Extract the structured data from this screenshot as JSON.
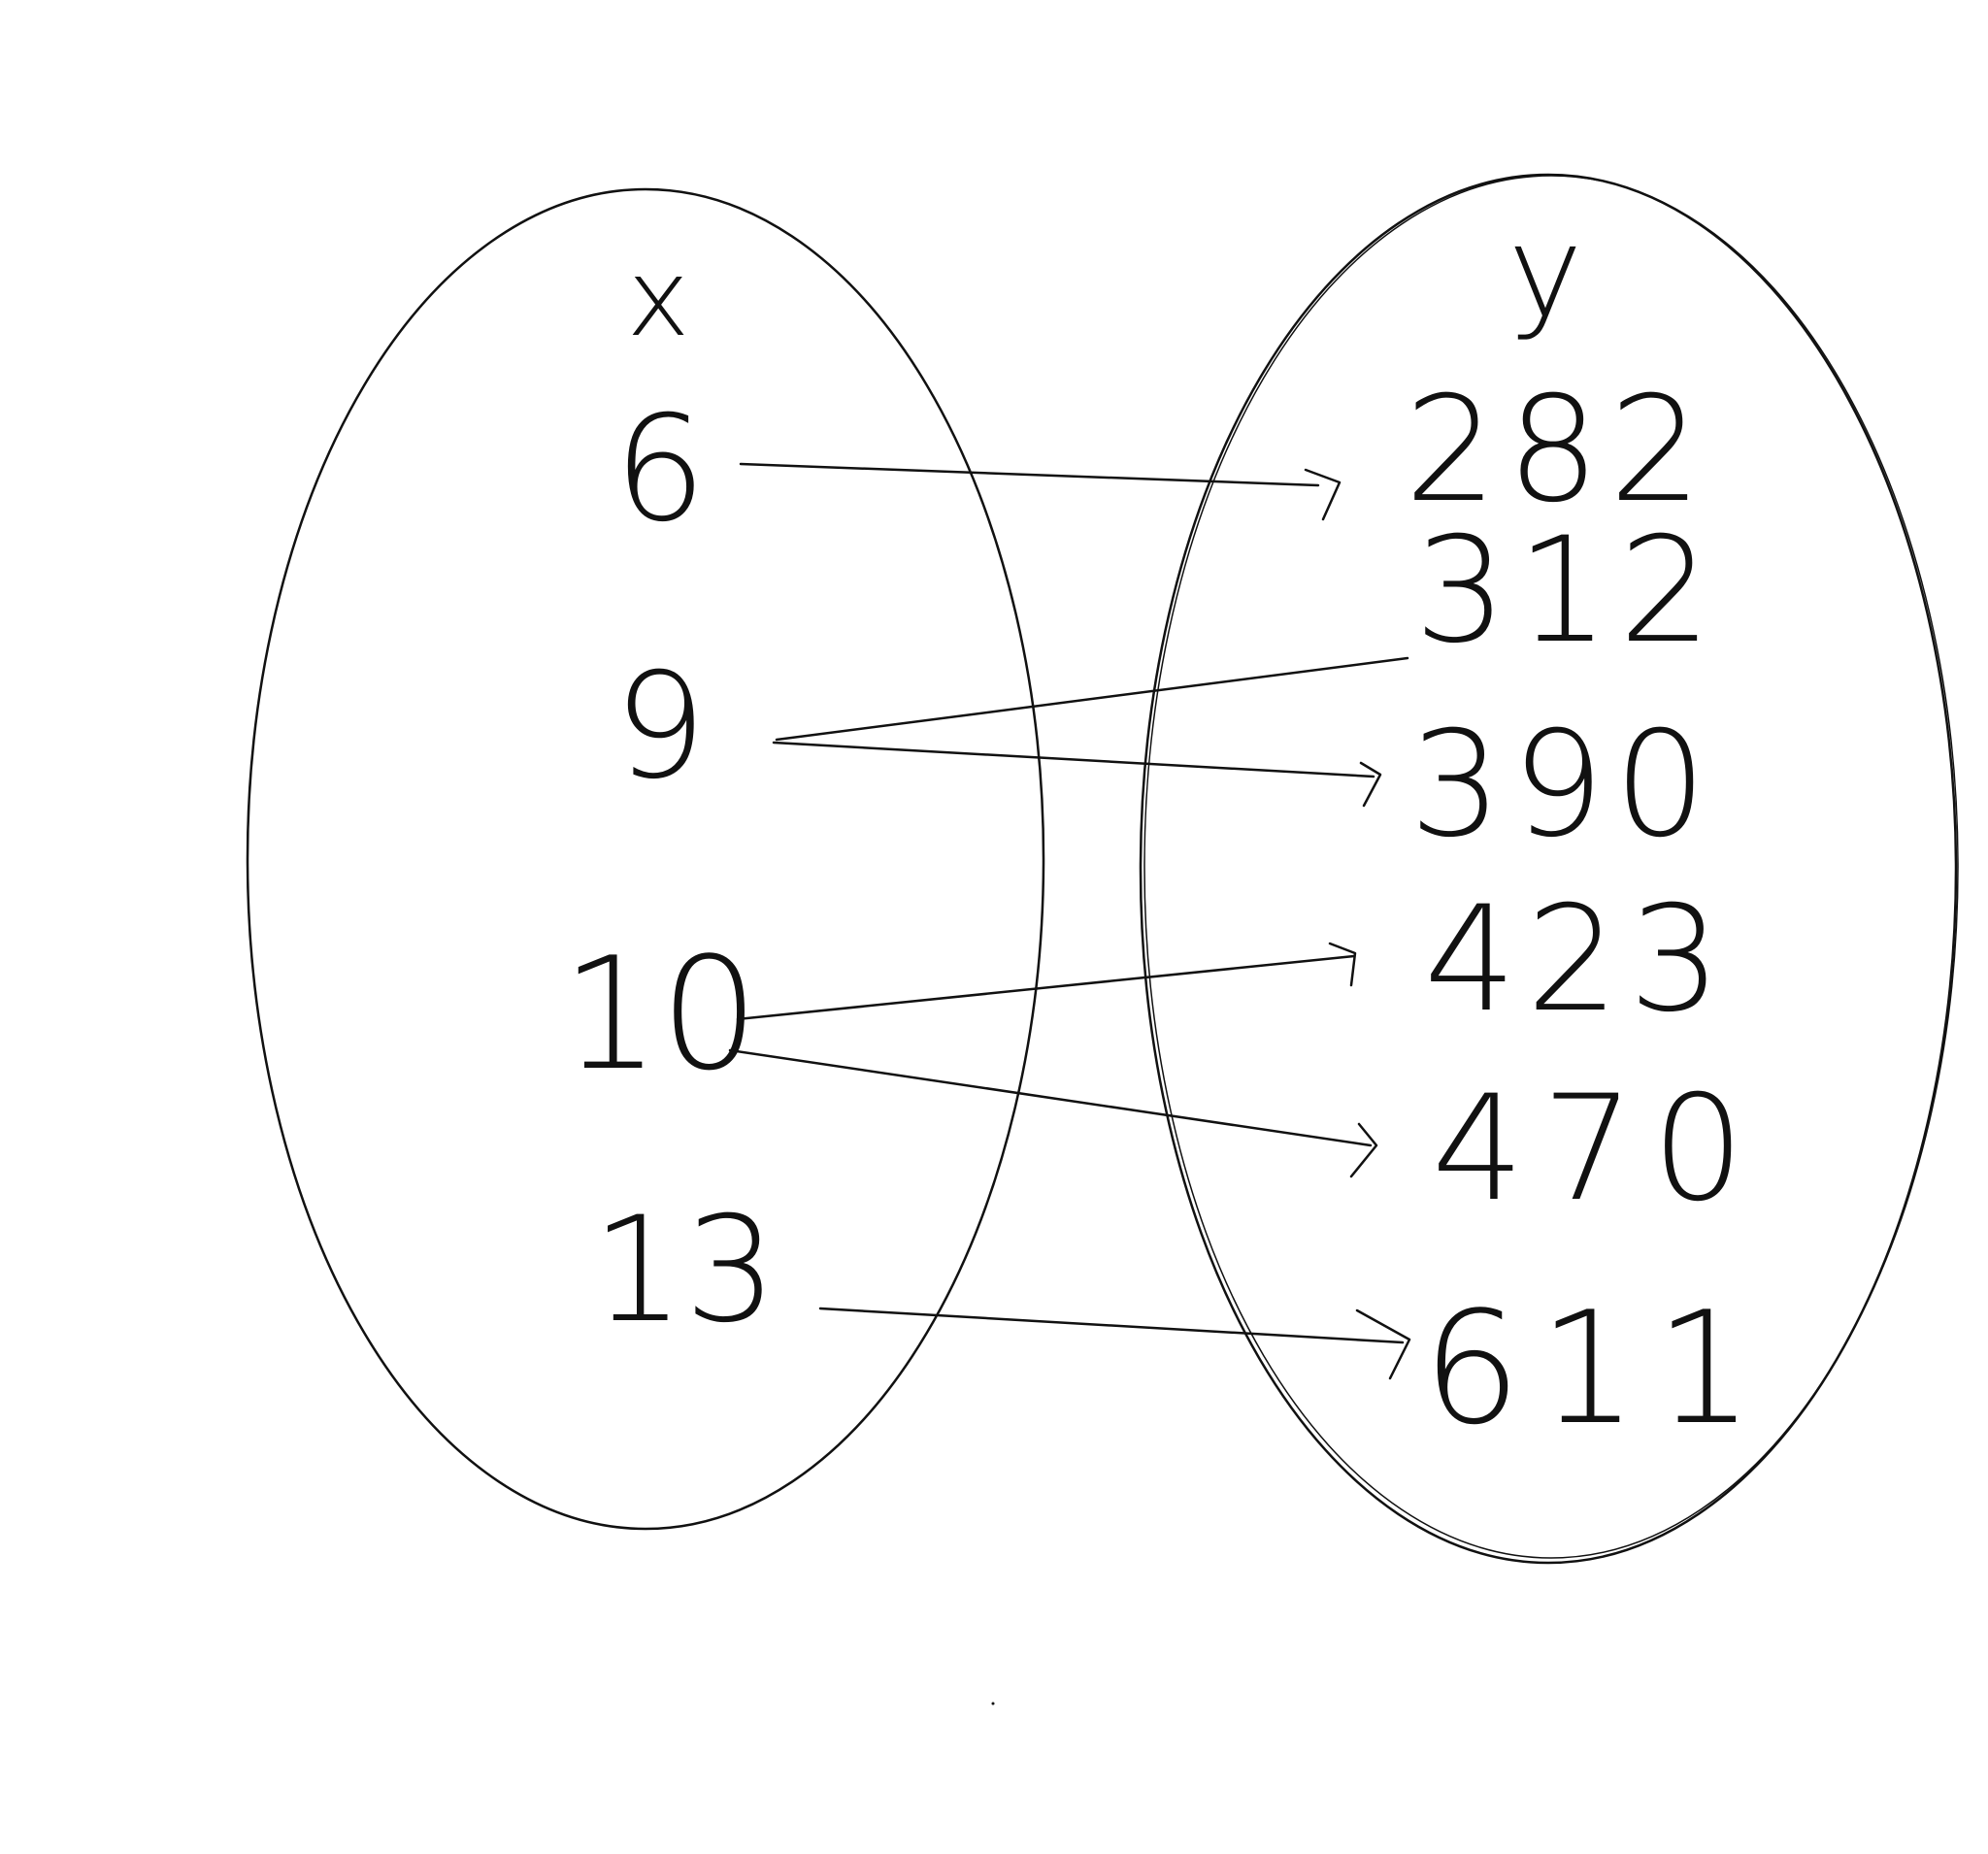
{
  "diagram": {
    "type": "mapping-diagram",
    "domain_set": {
      "label": "x",
      "elements": [
        "6",
        "9",
        "10",
        "13"
      ]
    },
    "range_set": {
      "label": "y",
      "elements": [
        "282",
        "312",
        "390",
        "423",
        "470",
        "611"
      ]
    },
    "mappings": [
      {
        "from": "6",
        "to": "282"
      },
      {
        "from": "9",
        "to": "312"
      },
      {
        "from": "9",
        "to": "390"
      },
      {
        "from": "10",
        "to": "423"
      },
      {
        "from": "10",
        "to": "470"
      },
      {
        "from": "13",
        "to": "611"
      }
    ],
    "ink_color": "#111111",
    "background_color": "#ffffff"
  }
}
